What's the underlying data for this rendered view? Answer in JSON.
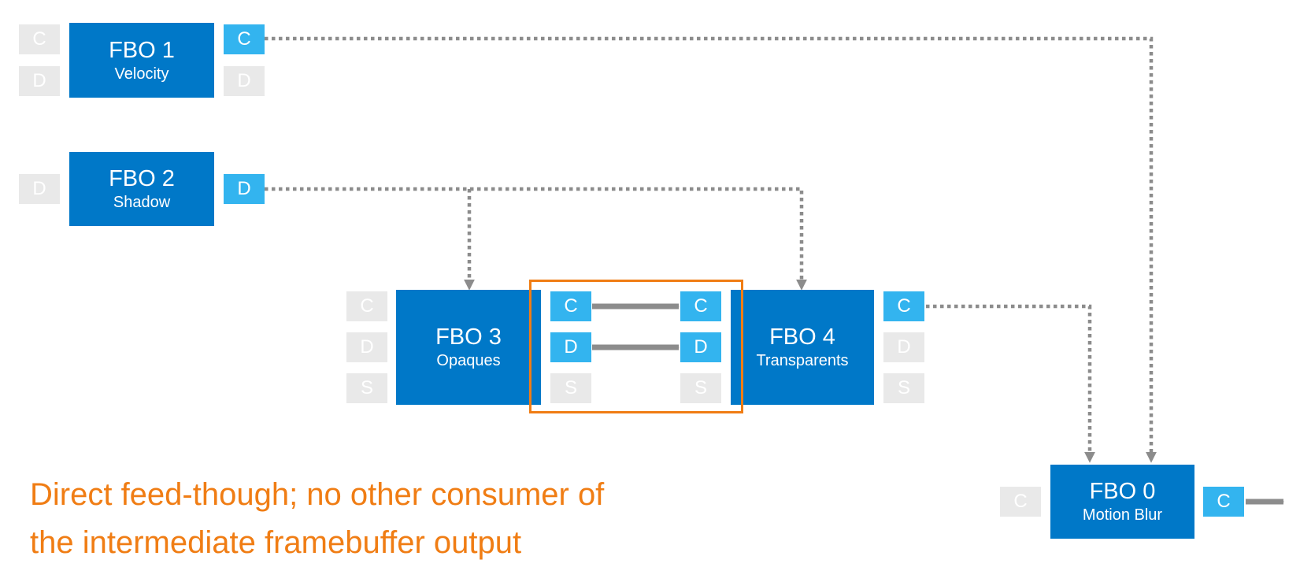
{
  "colors": {
    "fbo": "#0078c8",
    "port_active": "#33b4ef",
    "port_inactive": "#e9e9e9",
    "wire": "#8c8c8c",
    "highlight": "#f07d14"
  },
  "fbos": {
    "fbo1": {
      "title": "FBO 1",
      "subtitle": "Velocity"
    },
    "fbo2": {
      "title": "FBO 2",
      "subtitle": "Shadow"
    },
    "fbo3": {
      "title": "FBO 3",
      "subtitle": "Opaques"
    },
    "fbo4": {
      "title": "FBO 4",
      "subtitle": "Transparents"
    },
    "fbo0": {
      "title": "FBO 0",
      "subtitle": "Motion Blur"
    }
  },
  "port_labels": {
    "color": "C",
    "depth": "D",
    "stencil": "S"
  },
  "caption": {
    "line1": "Direct feed-though; no other consumer of",
    "line2": "the intermediate framebuffer output"
  }
}
